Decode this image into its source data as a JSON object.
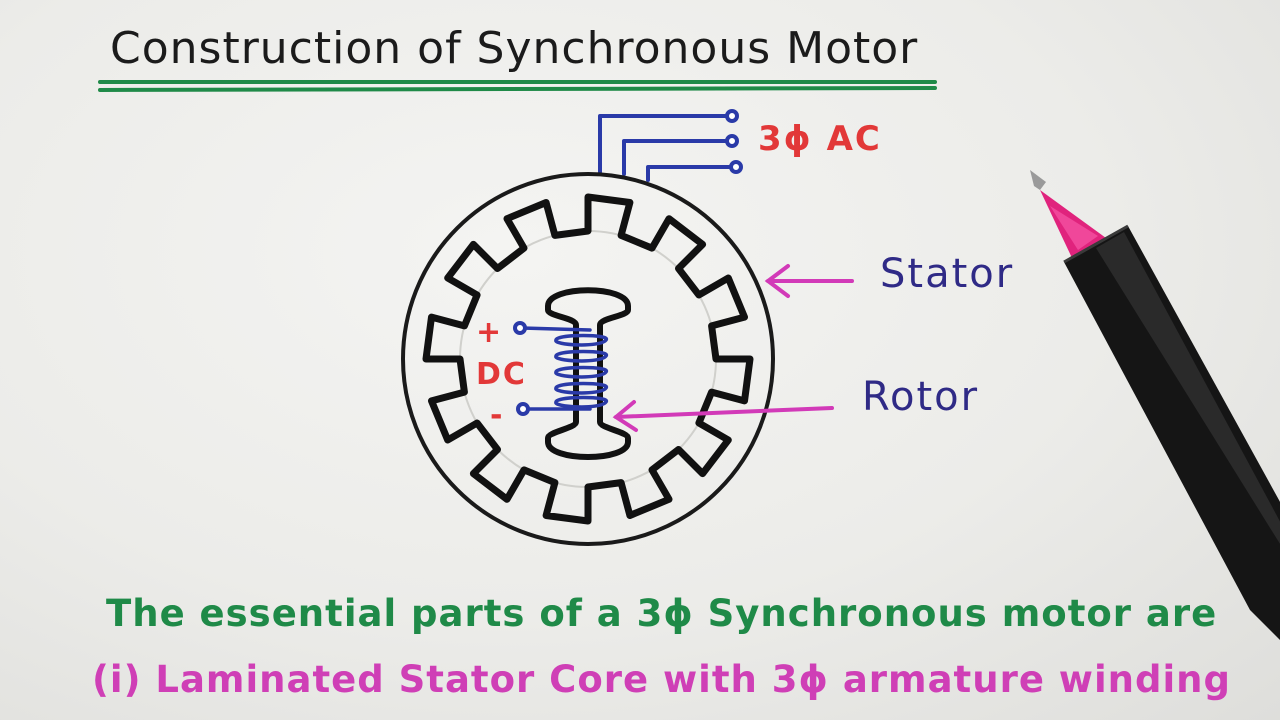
{
  "title": "Construction of Synchronous Motor",
  "labels": {
    "supply": "3ϕ AC",
    "stator": "Stator",
    "rotor": "Rotor",
    "dc": "DC",
    "plus": "+",
    "minus": "-"
  },
  "notes": {
    "line1": "The essential parts of a 3ϕ Synchronous motor are",
    "line2": "(i) Laminated Stator Core with 3ϕ armature winding"
  },
  "colors": {
    "title_underline": "#1f8a48",
    "supply_wires": "#2a3aa8",
    "labels_blue": "#2f2a86",
    "labels_red": "#e23838",
    "arrows": "#d23ab8",
    "outline": "#111111",
    "note_green": "#1f8a48",
    "note_magenta": "#cf3fb6"
  }
}
